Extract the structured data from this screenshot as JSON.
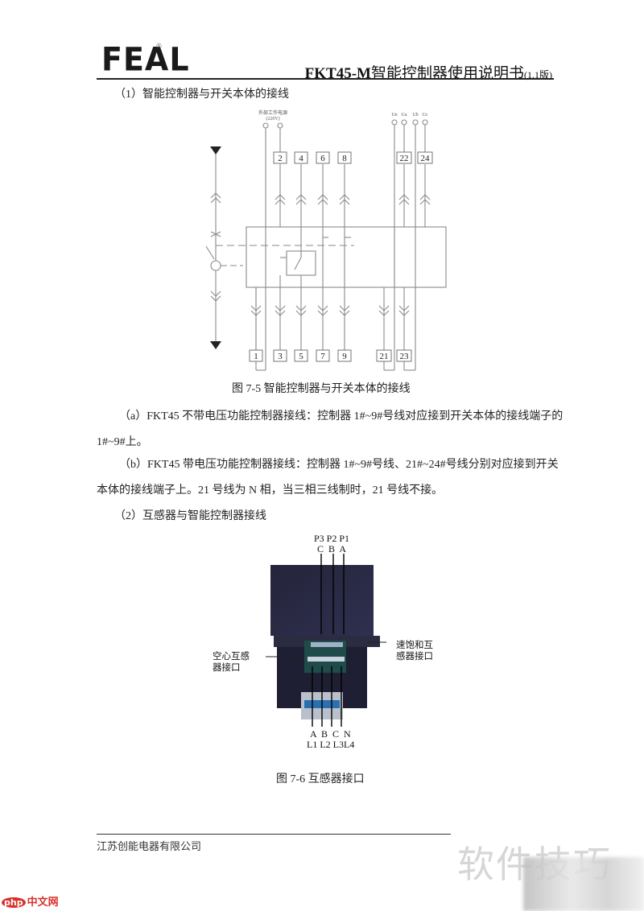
{
  "header": {
    "logo": "FEAL",
    "logo_mark": "®",
    "title_model": "FKT45-M",
    "title_text": "智能控制器使用说明书",
    "title_version": "(1.1版)"
  },
  "section1": {
    "heading": "（1）智能控制器与开关本体的接线",
    "diagram": {
      "ext_power_label": "外部工作电源",
      "ext_power_voltage": "(220V)",
      "voltage_labels": [
        "Un",
        "Ua",
        "Ub",
        "Uc"
      ],
      "top_terminals": [
        "2",
        "4",
        "6",
        "8",
        "22",
        "24"
      ],
      "bottom_terminals": [
        "1",
        "3",
        "5",
        "7",
        "9",
        "21",
        "23"
      ]
    },
    "figure_caption": "图 7-5    智能控制器与开关本体的接线",
    "para_a": "（a）FKT45 不带电压功能控制器接线：控制器 1#~9#号线对应接到开关本体的接线端子的 1#~9#上。",
    "para_b": "（b）FKT45  带电压功能控制器接线：控制器 1#~9#号线、21#~24#号线分别对应接到开关本体的接线端子上。21 号线为 N 相，当三相三线制时，21 号线不接。"
  },
  "section2": {
    "heading": "（2）互感器与智能控制器接线",
    "top_labels_p": "P3 P2 P1",
    "top_labels_phase": "C  B  A",
    "left_callout": [
      "空心互感",
      "器接口"
    ],
    "right_callout": [
      "速饱和互",
      "感器接口"
    ],
    "bottom_labels_phase": "A  B  C  N",
    "bottom_labels_l": "L1 L2 L3L4",
    "figure_caption": "图 7-6    互感器接口"
  },
  "footer": {
    "company": "江苏创能电器有限公司"
  },
  "watermark": {
    "text": "软件技巧",
    "site_badge": "php",
    "site_text": "中文网"
  }
}
